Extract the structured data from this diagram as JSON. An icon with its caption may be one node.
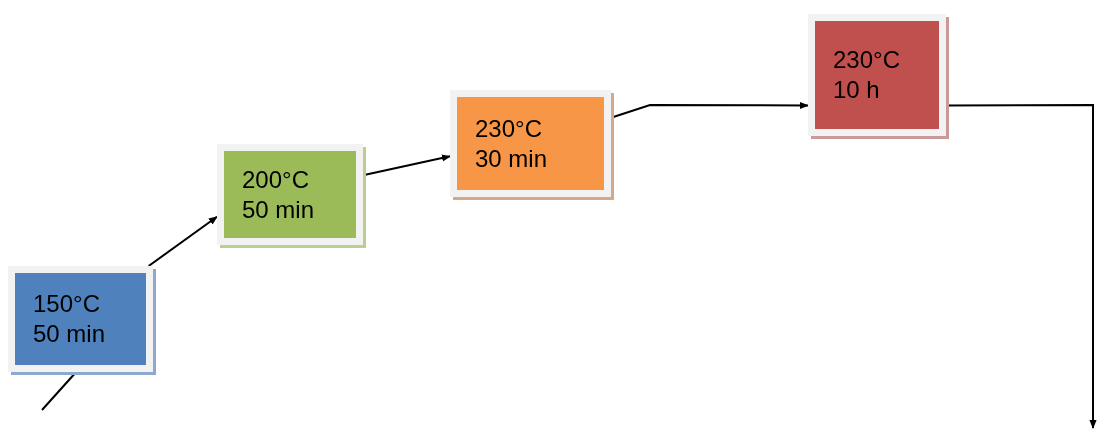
{
  "diagram": {
    "nodes": [
      {
        "text": [
          "150°C 50 min"
        ]
      },
      {
        "text": [
          "200°C 50 min"
        ]
      },
      {
        "text": [
          "230°C 30 min"
        ]
      },
      {
        "text": [
          "230°C 10 h"
        ]
      }
    ],
    "edges": [
      {
        "from": null,
        "to": 0,
        "arrow": "none"
      },
      {
        "from": 0,
        "to": 1,
        "arrow": "to"
      },
      {
        "from": 1,
        "to": 2,
        "arrow": "to"
      },
      {
        "from": 2,
        "to": 3,
        "arrow": "to"
      },
      {
        "from": 3,
        "to": null,
        "arrow": "to"
      }
    ]
  }
}
